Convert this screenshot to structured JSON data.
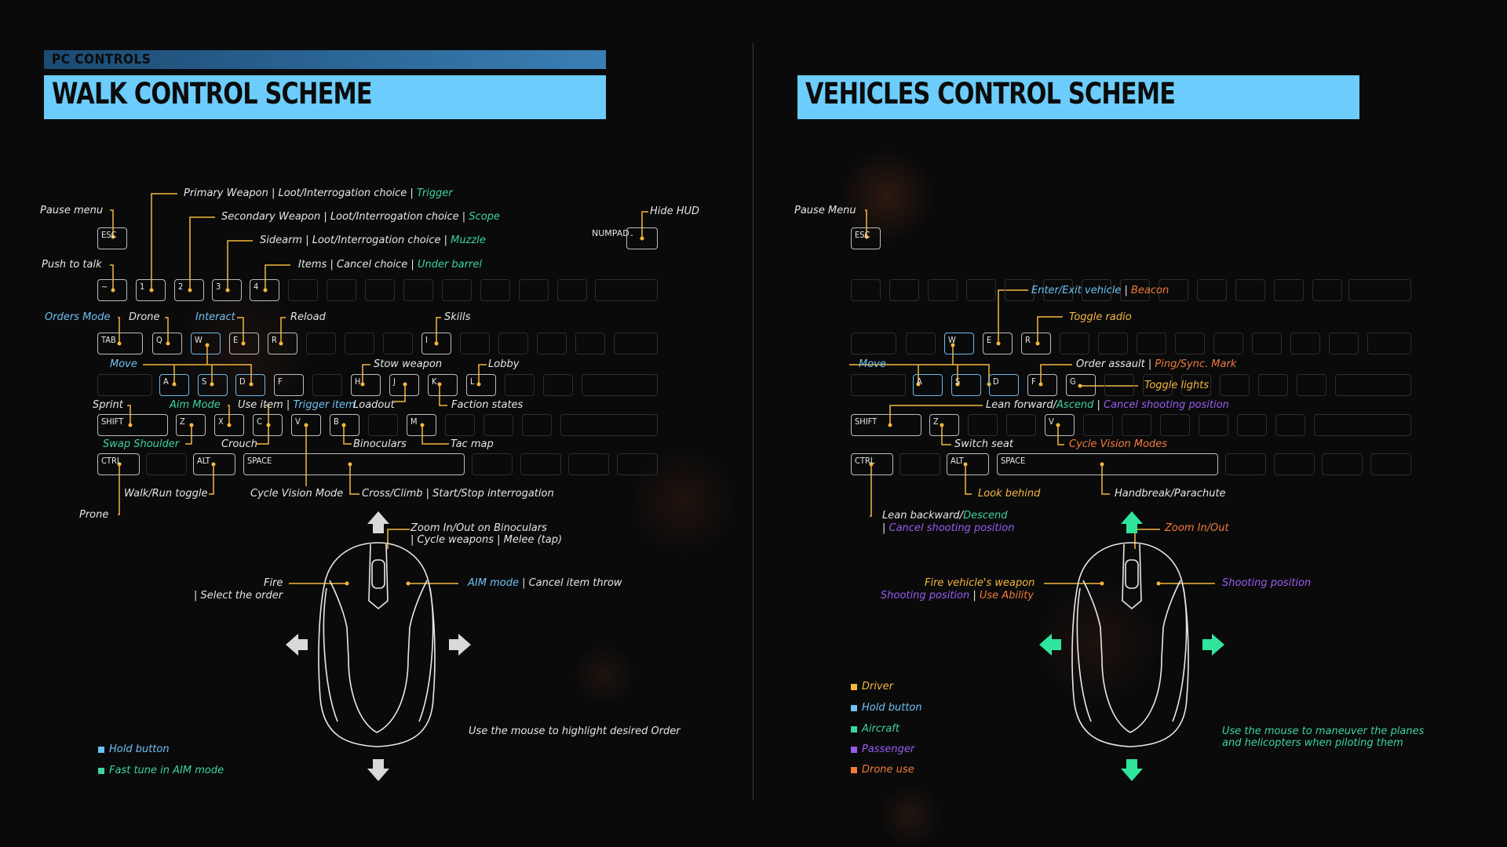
{
  "header": {
    "section": "PC CONTROLS",
    "walk_title": "WALK CONTROL SCHEME",
    "vehicles_title": "VEHICLES CONTROL SCHEME"
  },
  "keys": {
    "esc": "ESC",
    "tilde": "~",
    "k1": "1",
    "k2": "2",
    "k3": "3",
    "k4": "4",
    "tab": "TAB",
    "q": "Q",
    "w": "W",
    "e": "E",
    "r": "R",
    "i": "I",
    "a": "A",
    "s": "S",
    "d": "D",
    "f": "F",
    "h": "H",
    "j": "J",
    "k": "K",
    "l": "L",
    "g": "G",
    "shift": "SHIFT",
    "z": "Z",
    "x": "X",
    "c": "C",
    "v": "V",
    "b": "B",
    "m": "M",
    "ctrl": "CTRL",
    "alt": "ALT",
    "space": "SPACE",
    "numpad": "NUMPAD",
    "minus": "-"
  },
  "walk": {
    "pause_menu": "Pause menu",
    "primary": "Primary Weapon | Loot/Interrogation choice | ",
    "primary_alt": "Trigger",
    "secondary": "Secondary Weapon | Loot/Interrogation choice | ",
    "secondary_alt": "Scope",
    "sidearm": "Sidearm | Loot/Interrogation choice | ",
    "sidearm_alt": "Muzzle",
    "items": "Items | Cancel choice | ",
    "items_alt": "Under barrel",
    "hide_hud": "Hide HUD",
    "push_to_talk": "Push to talk",
    "orders_mode": "Orders Mode",
    "drone": "Drone",
    "interact": "Interact",
    "reload": "Reload",
    "skills": "Skills",
    "move": "Move",
    "stow_weapon": "Stow weapon",
    "lobby": "Lobby",
    "sprint": "Sprint",
    "aim_mode": "Aim Mode",
    "use_item": "Use item | ",
    "trigger_item": "Trigger item",
    "loadout": "Loadout",
    "faction_states": "Faction states",
    "swap_shoulder": "Swap Shoulder",
    "crouch": "Crouch",
    "binoculars": "Binoculars",
    "tac_map": "Tac map",
    "walk_run": "Walk/Run toggle",
    "cycle_vision": "Cycle Vision Mode",
    "cross_climb": "Cross/Climb | Start/Stop interrogation",
    "prone": "Prone",
    "zoom_line1": "Zoom In/Out on Binoculars",
    "zoom_line2": "| Cycle weapons | Melee (tap)",
    "fire": "Fire",
    "select_order": "| Select the order",
    "aim_mode_mouse": "AIM mode",
    "cancel_throw": " | Cancel item throw",
    "mouse_note": "Use the mouse to highlight desired Order",
    "legend": [
      {
        "label": "Hold button",
        "color": "#6fc1f2"
      },
      {
        "label": "Fast tune in AIM mode",
        "color": "#3ed49a"
      }
    ]
  },
  "vehicles": {
    "pause_menu": "Pause Menu",
    "enter_exit": "Enter/Exit vehicle",
    "beacon": "Beacon",
    "toggle_radio": "Toggle radio",
    "move": "Move",
    "order_assault": "Order assault | ",
    "ping": "Ping/Sync. Mark",
    "toggle_lights": "Toggle lights",
    "lean_forward": "Lean forward/",
    "ascend": "Ascend",
    "cancel_shooting": "Cancel shooting position",
    "switch_seat": "Switch seat",
    "cycle_vision": "Cycle Vision Modes",
    "lean_back": "Lean backward/",
    "descend": "Descend",
    "cancel_shooting2": "Cancel shooting position",
    "look_behind": "Look behind",
    "handbrake": "Handbreak/Parachute",
    "zoom": "Zoom In/Out",
    "fire_weapon": "Fire vehicle's weapon",
    "shooting_pos": "Shooting position",
    "use_ability": "Use Ability",
    "shooting_pos_right": "Shooting position",
    "mouse_note1": "Use the mouse to maneuver the planes",
    "mouse_note2": "and helicopters when piloting them",
    "legend": [
      {
        "label": "Driver",
        "color": "#f5b73d"
      },
      {
        "label": "Hold button",
        "color": "#6fc1f2"
      },
      {
        "label": "Aircraft",
        "color": "#3ed49a"
      },
      {
        "label": "Passenger",
        "color": "#9a5cf0"
      },
      {
        "label": "Drone use",
        "color": "#f27a3a"
      }
    ]
  },
  "colors": {
    "accent": "#6ccdfc",
    "driver": "#f5b73d",
    "hold": "#6fc1f2",
    "aircraft": "#3ed49a",
    "passenger": "#9a5cf0",
    "drone": "#f27a3a"
  }
}
